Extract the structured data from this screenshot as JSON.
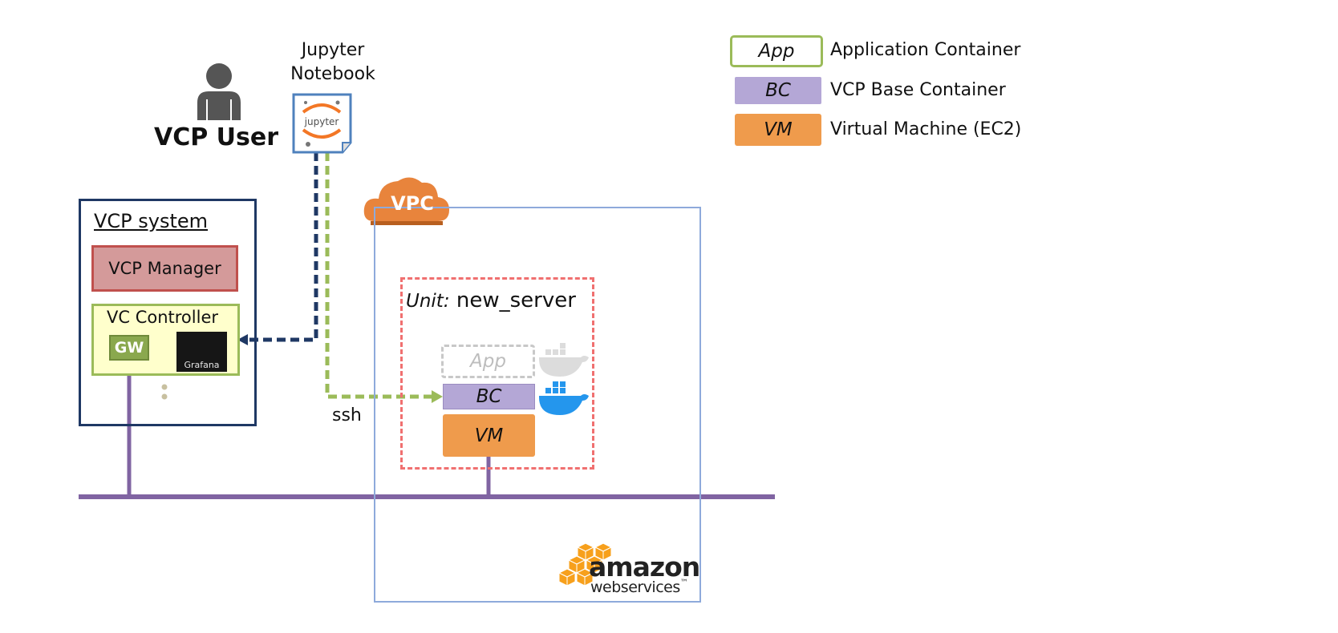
{
  "user": {
    "label": "VCP User"
  },
  "jupyter": {
    "title_line1": "Jupyter",
    "title_line2": "Notebook",
    "logo_text": "jupyter"
  },
  "vcp_system": {
    "title": "VCP system",
    "manager_label": "VCP Manager",
    "controller_label": "VC Controller",
    "gw_label": "GW",
    "grafana_label": "Grafana"
  },
  "vpc": {
    "cloud_label": "VPC",
    "unit_prefix": "Unit:",
    "unit_name": "new_server",
    "app_label": "App",
    "bc_label": "BC",
    "vm_label": "VM",
    "ssh_label": "ssh"
  },
  "legend": [
    {
      "badge": "App",
      "text": "Application Container"
    },
    {
      "badge": "BC",
      "text": "VCP Base Container"
    },
    {
      "badge": "VM",
      "text": "Virtual Machine (EC2)"
    }
  ],
  "aws": {
    "word1": "amazon",
    "word2": "webservices",
    "tm": "™"
  },
  "colors": {
    "dark_navy": "#1f3864",
    "network_purple": "#8064a2",
    "green_dashed": "#9bbb59",
    "unit_dashed": "#f07070",
    "vpc_border": "#8eaadb",
    "bc_fill": "#b4a7d6",
    "vm_fill": "#ef9b4c",
    "vpc_cloud": "#e8843c",
    "docker_blue": "#2496ed"
  },
  "icons": [
    "user-icon",
    "jupyter-icon",
    "grafana-icon",
    "vpc-cloud-icon",
    "docker-icon",
    "aws-cubes-icon"
  ]
}
